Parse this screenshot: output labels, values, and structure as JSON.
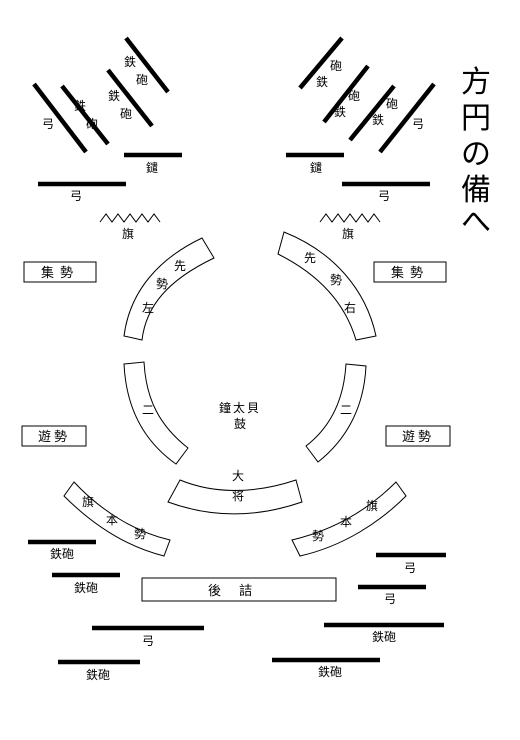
{
  "title": "方円の備へ",
  "labels": {
    "teppo": "鉄砲",
    "tetsu": "鉄",
    "ho": "砲",
    "yumi": "弓",
    "yari": "鑓",
    "hata": "旗",
    "shuzei": "集勢",
    "yuzei": "遊勢",
    "senjin": "先",
    "sei": "勢",
    "hidari": "左",
    "migi": "右",
    "ni": "二",
    "honzei": "旗本勢",
    "taisho": "大将",
    "drums": "鐘太貝",
    "drums2": "鼓",
    "gozume": "後詰"
  }
}
